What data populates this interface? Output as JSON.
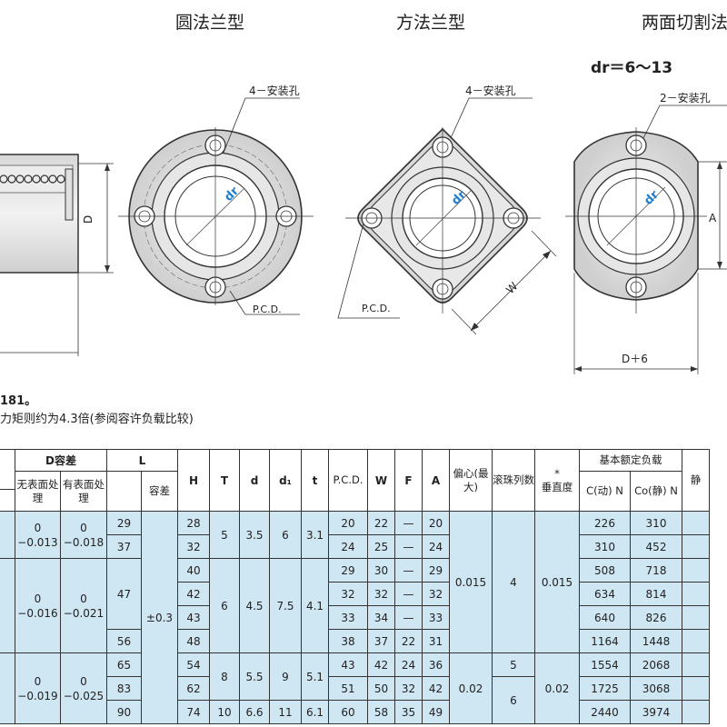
{
  "headers": {
    "round": "圆法兰型",
    "square": "方法兰型",
    "twoside": "两面切割法"
  },
  "dr_range": "dr＝6～13",
  "callouts": {
    "holes4_a": "4－安装孔",
    "holes4_b": "4－安装孔",
    "holes2": "2－安装孔",
    "pcd_a": "P.C.D.",
    "pcd_b": "P.C.D.",
    "dr_a": "dr",
    "dr_b": "dr",
    "dr_c": "dr",
    "dim_D": "D",
    "dim_W": "W",
    "dim_A": "A",
    "dim_D6": "D＋6"
  },
  "notes": {
    "line1": "181。",
    "line2": "力矩则约为4.3倍(参阅容许负载比较)"
  },
  "table": {
    "headers": {
      "d_tol": "D容差",
      "d_tol_no": "无表面处理",
      "d_tol_yes": "有表面处理",
      "L": "L",
      "L_tol": "容差",
      "H": "H",
      "T": "T",
      "d": "d",
      "d1": "d₁",
      "t": "t",
      "pcd": "P.C.D.",
      "W": "W",
      "F": "F",
      "A": "A",
      "ecc": "偏心(最大)",
      "balls": "滚珠列数",
      "perp_star": "*",
      "perp": "垂直度",
      "load": "基本额定负载",
      "C": "C(动) N",
      "Co": "Co(静) N",
      "extra": "静"
    },
    "groups": [
      {
        "tol_no": "0\n−0.013",
        "tol_yes": "0\n−0.018",
        "T": "5",
        "d": "3.5",
        "d1": "6",
        "t": "3.1"
      },
      {
        "tol_no": "0\n−0.016",
        "tol_yes": "0\n−0.021",
        "T": "6",
        "d": "4.5",
        "d1": "7.5",
        "t": "4.1"
      },
      {
        "tol_no": "0\n−0.019",
        "tol_yes": "0\n−0.025",
        "T": "8",
        "d": "5.5",
        "d1": "9",
        "t": "5.1"
      }
    ],
    "L_tol": "±0.3",
    "ecc_values": [
      "0.015",
      "0.02"
    ],
    "ball_values": [
      "4",
      "5",
      "6"
    ],
    "perp_values": [
      "0.015",
      "0.02"
    ],
    "L_values": [
      "29",
      "37",
      "47",
      "56",
      "65",
      "83",
      "90"
    ],
    "rows": [
      {
        "H": "28",
        "pcd": "20",
        "W": "22",
        "F": "—",
        "A": "20",
        "C": "226",
        "Co": "310"
      },
      {
        "H": "32",
        "pcd": "24",
        "W": "25",
        "F": "—",
        "A": "24",
        "C": "310",
        "Co": "452"
      },
      {
        "H": "40",
        "pcd": "29",
        "W": "30",
        "F": "—",
        "A": "29",
        "C": "508",
        "Co": "718"
      },
      {
        "H": "42",
        "pcd": "32",
        "W": "32",
        "F": "—",
        "A": "32",
        "C": "634",
        "Co": "814"
      },
      {
        "H": "43",
        "pcd": "33",
        "W": "34",
        "F": "—",
        "A": "33",
        "C": "640",
        "Co": "826"
      },
      {
        "H": "48",
        "pcd": "38",
        "W": "37",
        "F": "22",
        "A": "31",
        "C": "1164",
        "Co": "1448"
      },
      {
        "H": "54",
        "pcd": "43",
        "W": "42",
        "F": "24",
        "A": "36",
        "C": "1554",
        "Co": "2068"
      },
      {
        "H": "62",
        "pcd": "51",
        "W": "50",
        "F": "32",
        "A": "42",
        "C": "1725",
        "Co": "3068"
      },
      {
        "H": "74",
        "pcd": "60",
        "W": "58",
        "F": "35",
        "A": "49",
        "C": "2440",
        "Co": "3974"
      }
    ],
    "colors": {
      "cell_bg": "#cfe6f3",
      "dr_label": "#1e7fd0"
    }
  }
}
